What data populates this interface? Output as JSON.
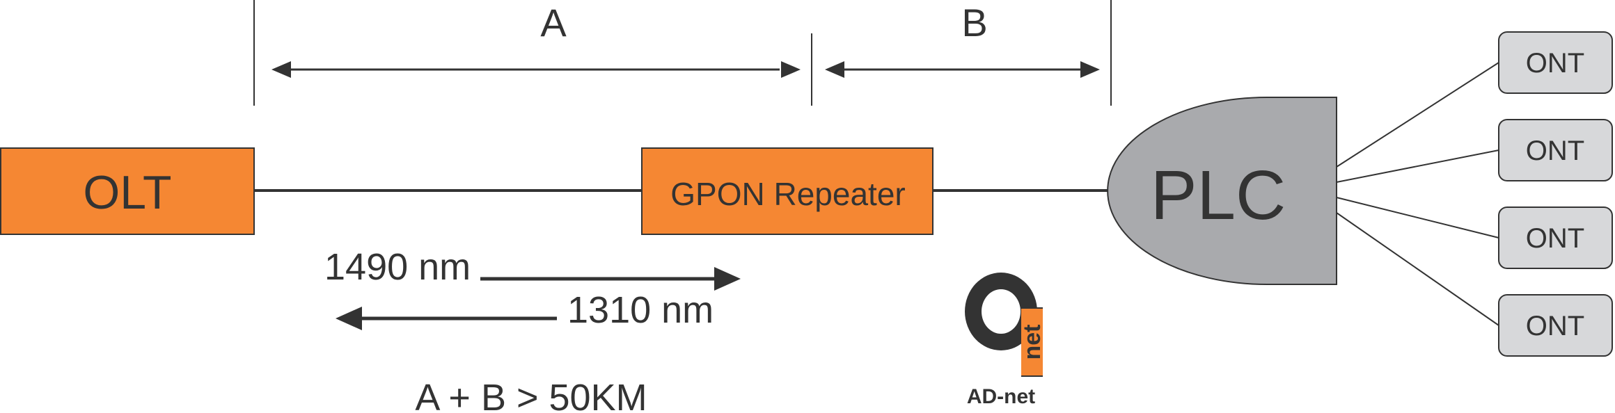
{
  "colors": {
    "orange": "#f58733",
    "gray_shape": "#a9aaad",
    "ont_fill": "#d7d8da",
    "line": "#333333"
  },
  "boxes": {
    "olt": "OLT",
    "repeater": "GPON Repeater",
    "splitter": "PLC"
  },
  "onts": [
    "ONT",
    "ONT",
    "ONT",
    "ONT"
  ],
  "segments": {
    "a": "A",
    "b": "B"
  },
  "wavelengths": {
    "downstream": "1490 nm",
    "upstream": "1310 nm"
  },
  "equation": "A + B > 50KM",
  "logo": {
    "mark": "net",
    "name": "AD-net"
  }
}
